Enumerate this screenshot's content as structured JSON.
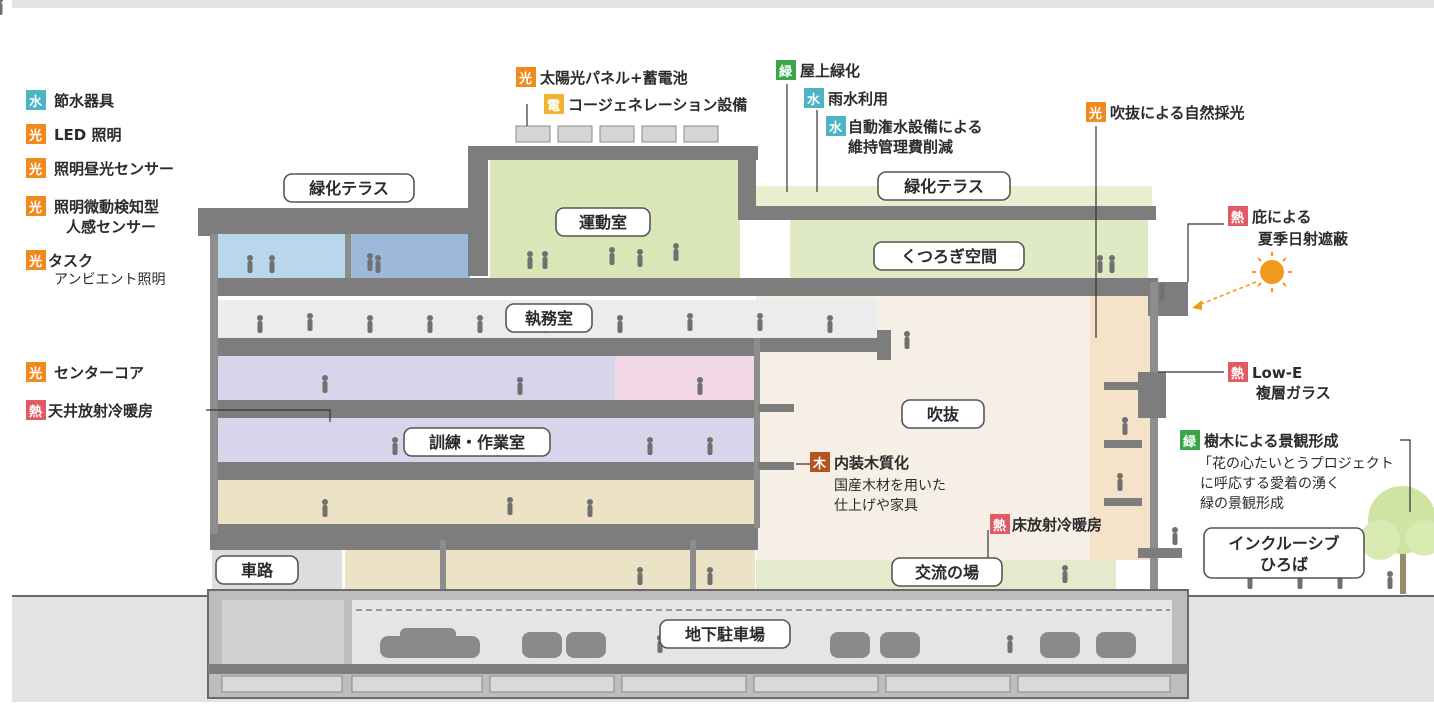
{
  "colors": {
    "water": "#4bb5c6",
    "light": "#f08a1c",
    "electric": "#f2b233",
    "green": "#3aa64a",
    "heat": "#e15b64",
    "wood": "#b6531f",
    "concrete": "#7d7d7d",
    "sun": "#f29a1b"
  },
  "legend_left": [
    {
      "badge": "水",
      "type": "water",
      "label": "節水器具"
    },
    {
      "badge": "光",
      "type": "light",
      "label": "LED 照明"
    },
    {
      "badge": "光",
      "type": "light",
      "label": "照明昼光センサー"
    },
    {
      "badge": "光",
      "type": "light",
      "label": "照明微動検知型",
      "label2": "人感センサー"
    },
    {
      "badge": "光",
      "type": "light",
      "label": "タスク",
      "label2": "アンビエント照明"
    },
    {
      "badge": "光",
      "type": "light",
      "label": "センターコア"
    },
    {
      "badge": "熱",
      "type": "heat",
      "label": "天井放射冷暖房"
    }
  ],
  "callouts": {
    "solar": {
      "badge": "光",
      "label": "太陽光パネル+蓄電池"
    },
    "cogen": {
      "badge": "電",
      "label": "コージェネレーション設備"
    },
    "roof_green": {
      "badge": "緑",
      "label": "屋上緑化"
    },
    "rainwater": {
      "badge": "水",
      "label": "雨水利用"
    },
    "irrigation": {
      "badge": "水",
      "label": "自動潅水設備による",
      "label2": "維持管理費削減"
    },
    "atrium_light": {
      "badge": "光",
      "label": "吹抜による自然採光"
    },
    "eaves": {
      "badge": "熱",
      "label": "庇による",
      "label2": "夏季日射遮蔽"
    },
    "lowe": {
      "badge": "熱",
      "label": "Low-E",
      "label2": "複層ガラス"
    },
    "trees": {
      "badge": "緑",
      "label": "樹木による景観形成",
      "sub1": "「花の心たいとうプロジェクト",
      "sub2": "に呼応する愛着の湧く",
      "sub3": "緑の景観形成"
    },
    "wood": {
      "badge": "木",
      "label": "内装木質化",
      "sub1": "国産木材を用いた",
      "sub2": "仕上げや家具"
    },
    "floor_heat": {
      "badge": "熱",
      "label": "床放射冷暖房"
    }
  },
  "rooms": {
    "terrace_left": "緑化テラス",
    "gym": "運動室",
    "terrace_right": "緑化テラス",
    "lounge": "くつろぎ空間",
    "office": "執務室",
    "atrium": "吹抜",
    "training": "訓練・作業室",
    "road": "車路",
    "exchange": "交流の場",
    "plaza": "インクルーシブ",
    "plaza2": "ひろば",
    "parking": "地下駐車場"
  }
}
